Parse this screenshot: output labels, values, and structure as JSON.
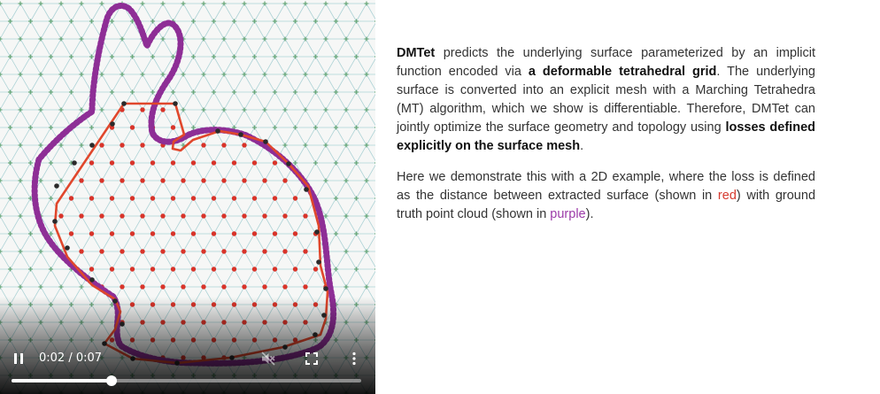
{
  "video": {
    "time_display": "0:02 / 0:07",
    "progress": 0.286,
    "icons": {
      "play_pause": "pause-icon",
      "mute": "volume-muted-icon",
      "fullscreen": "fullscreen-icon",
      "more": "more-vertical-icon"
    },
    "colors": {
      "surface": "#e0472c",
      "point_cloud": "#8e2e96",
      "interior_points": "#d8342a",
      "boundary_points": "#2a2a2a",
      "grid_lines": "#8ec3c8",
      "grid_points": "#6aa87a"
    }
  },
  "description": {
    "p1": {
      "t1": "DMTet",
      "t2": " predicts the underlying surface parameterized by an implicit function encoded via ",
      "t3": "a deformable tetrahedral grid",
      "t4": ". The underlying surface is converted into an explicit mesh with a Marching Tetrahedra (MT) algorithm, which we show is differentiable. Therefore, DMTet can jointly optimize the surface geometry and topology using ",
      "t5": "losses defined explicitly on the surface mesh",
      "t6": "."
    },
    "p2": {
      "t1": "Here we demonstrate this with a 2D example, where the loss is defined as the distance between extracted surface (shown in ",
      "red": "red",
      "t2": ") with ground truth point cloud (shown in ",
      "purple": "purple",
      "t3": ")."
    }
  }
}
